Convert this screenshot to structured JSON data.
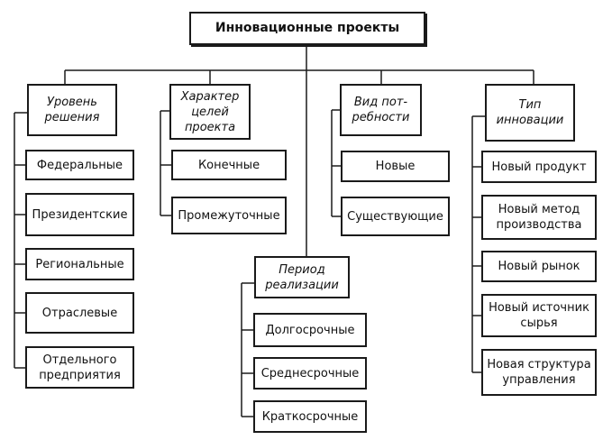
{
  "root": {
    "label": "Инновационные проекты"
  },
  "categories": [
    {
      "label": "Уровень\nрешения",
      "items": [
        "Федеральные",
        "Президентские",
        "Региональные",
        "Отраслевые",
        "Отдельного\nпредприятия"
      ]
    },
    {
      "label": "Характер\nцелей\nпроекта",
      "items": [
        "Конечные",
        "Промежуточные"
      ]
    },
    {
      "label": "Период\nреализации",
      "items": [
        "Долгосрочные",
        "Среднесрочные",
        "Краткосрочные"
      ]
    },
    {
      "label": "Вид пот-\nребности",
      "items": [
        "Новые",
        "Существующие"
      ]
    },
    {
      "label": "Тип\nинновации",
      "items": [
        "Новый продукт",
        "Новый метод\nпроизводства",
        "Новый рынок",
        "Новый источник\nсырья",
        "Новая структура\nуправления"
      ]
    }
  ]
}
